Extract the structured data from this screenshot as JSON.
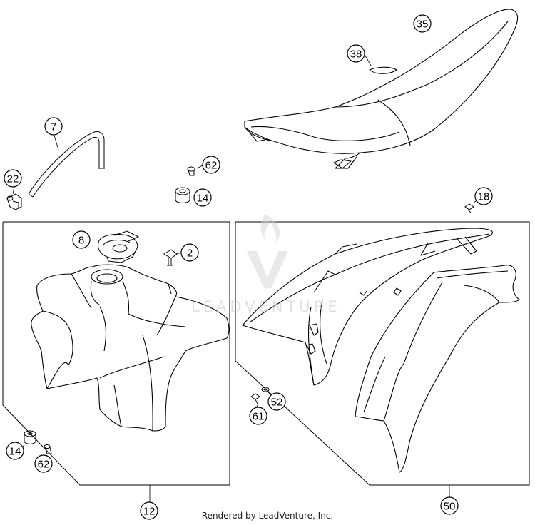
{
  "diagram": {
    "callouts": {
      "c35": "35",
      "c38": "38",
      "c7": "7",
      "c22": "22",
      "c62_top": "62",
      "c14_top": "14",
      "c18": "18",
      "c8": "8",
      "c2": "2",
      "c14_bottom": "14",
      "c62_bottom": "62",
      "c12": "12",
      "c52": "52",
      "c61": "61",
      "c50": "50"
    },
    "watermark": "LEADVENTURE",
    "footer": "Rendered by LeadVenture, Inc."
  },
  "colors": {
    "line": "#000000",
    "watermark": "#c9c9c9"
  }
}
